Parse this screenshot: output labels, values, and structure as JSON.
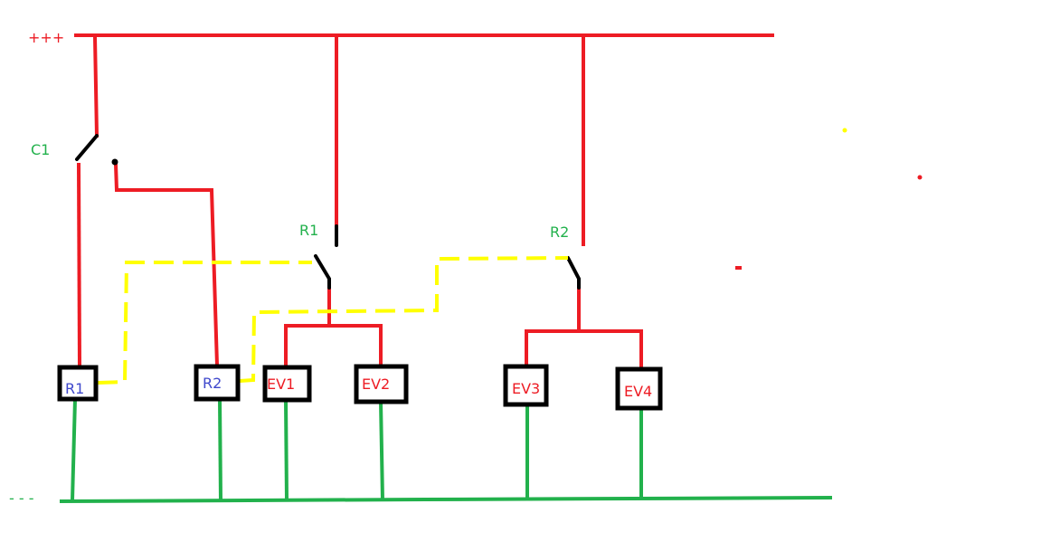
{
  "supply": {
    "positive_label": "+++",
    "negative_label": "- - -"
  },
  "contacts": {
    "c1": "C1",
    "r1": "R1",
    "r2": "R2"
  },
  "coils": {
    "r1": "R1",
    "r2": "R2"
  },
  "valves": [
    "EV1",
    "EV2",
    "EV3",
    "EV4"
  ],
  "colors": {
    "positive": "#ed1c24",
    "negative": "#22b14c",
    "control": "#ffff00",
    "switch": "#000000",
    "coil_text": "#3f48cc",
    "label_green": "#22b14c"
  }
}
